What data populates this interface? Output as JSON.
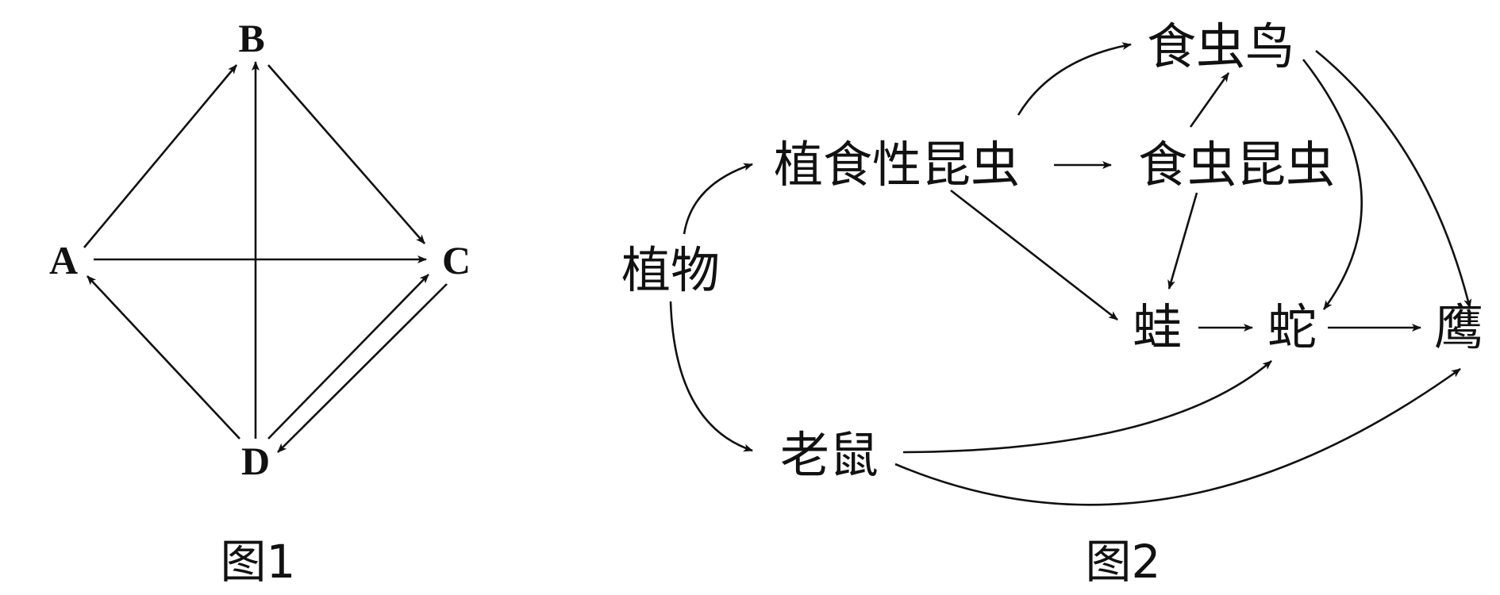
{
  "figure1": {
    "caption": "图1",
    "nodes": {
      "A": "A",
      "B": "B",
      "C": "C",
      "D": "D"
    },
    "edges": [
      [
        "A",
        "B"
      ],
      [
        "B",
        "C"
      ],
      [
        "A",
        "C"
      ],
      [
        "D",
        "B"
      ],
      [
        "D",
        "A"
      ],
      [
        "D",
        "C"
      ],
      [
        "C",
        "D"
      ]
    ]
  },
  "figure2": {
    "caption": "图2",
    "nodes": {
      "plant": "植物",
      "herbivore_insect": "植食性昆虫",
      "insectivore_insect": "食虫昆虫",
      "insectivore_bird": "食虫鸟",
      "frog": "蛙",
      "snake": "蛇",
      "eagle": "鹰",
      "mouse": "老鼠"
    },
    "edges": [
      [
        "plant",
        "herbivore_insect"
      ],
      [
        "plant",
        "mouse"
      ],
      [
        "herbivore_insect",
        "insectivore_insect"
      ],
      [
        "herbivore_insect",
        "insectivore_bird"
      ],
      [
        "herbivore_insect",
        "frog"
      ],
      [
        "insectivore_insect",
        "insectivore_bird"
      ],
      [
        "insectivore_insect",
        "frog"
      ],
      [
        "insectivore_bird",
        "snake"
      ],
      [
        "insectivore_bird",
        "eagle"
      ],
      [
        "frog",
        "snake"
      ],
      [
        "snake",
        "eagle"
      ],
      [
        "mouse",
        "snake"
      ],
      [
        "mouse",
        "eagle"
      ]
    ]
  },
  "colors": {
    "ink": "#111111",
    "background": "#ffffff"
  }
}
